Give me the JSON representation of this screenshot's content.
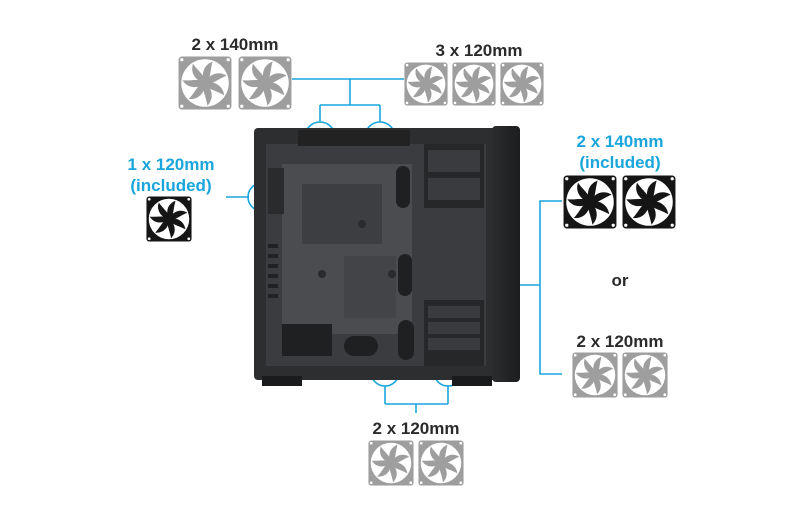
{
  "colors": {
    "accent": "#1aa6dd",
    "fan_gray": "#9e9e9e",
    "fan_black": "#151515",
    "case_body": "#2c2e30",
    "text": "#2b2b2b"
  },
  "labels": {
    "top_front": "2 x 140mm",
    "top_rear": "3 x 120mm",
    "rear_line1": "1 x 120mm",
    "rear_line2": "(included)",
    "front_included_line1": "2 x 140mm",
    "front_included_line2": "(included)",
    "or": "or",
    "front_alt": "2 x 120mm",
    "bottom": "2 x 120mm"
  },
  "icons": {
    "fan": "fan-icon",
    "case": "pc-case-side-view"
  }
}
